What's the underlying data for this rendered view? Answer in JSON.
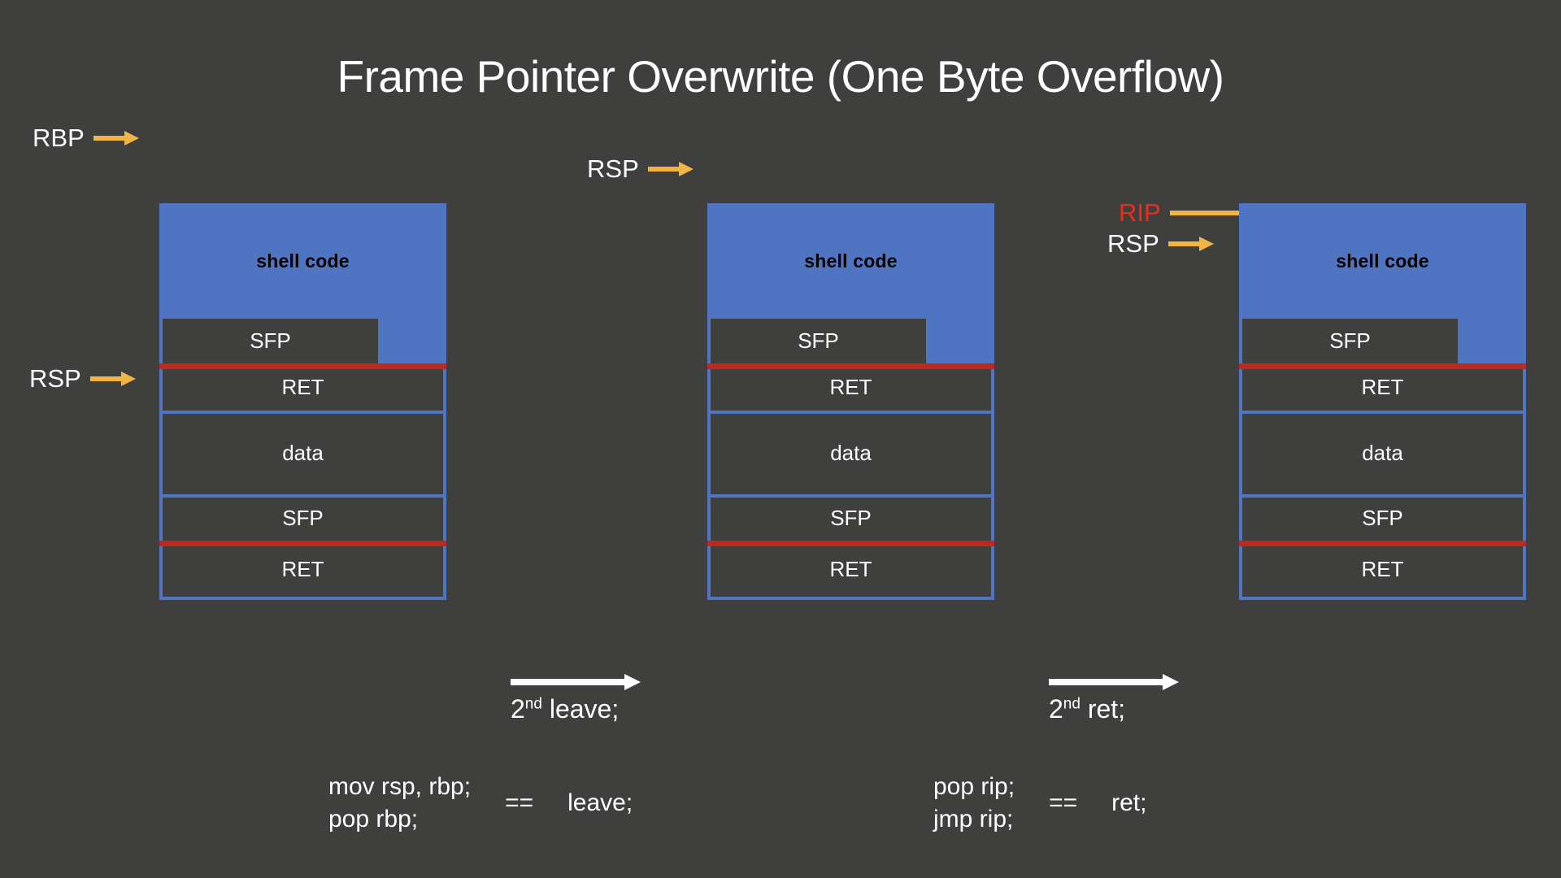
{
  "title": "Frame Pointer Overwrite (One Byte Overflow)",
  "colors": {
    "background": "#3F3F3E",
    "block_blue": "#4F75C2",
    "divider_red": "#BC2A1E",
    "arrow_gold": "#F2B544",
    "rip_red": "#F22B18",
    "text_white": "#FFFFFF",
    "shellcode_text": "#000000"
  },
  "stacks": [
    {
      "id": "stack-1",
      "shellcode_label": "shell code",
      "rows": [
        {
          "label": "SFP"
        },
        {
          "label": "RET"
        },
        {
          "label": "data"
        },
        {
          "label": "SFP"
        },
        {
          "label": "RET"
        }
      ],
      "pointers": [
        {
          "name": "RBP",
          "color": "gold"
        },
        {
          "name": "RSP",
          "color": "gold"
        }
      ]
    },
    {
      "id": "stack-2",
      "shellcode_label": "shell code",
      "rows": [
        {
          "label": "SFP"
        },
        {
          "label": "RET"
        },
        {
          "label": "data"
        },
        {
          "label": "SFP"
        },
        {
          "label": "RET"
        }
      ],
      "pointers": [
        {
          "name": "RSP",
          "color": "gold"
        }
      ]
    },
    {
      "id": "stack-3",
      "shellcode_label": "shell code",
      "rows": [
        {
          "label": "SFP"
        },
        {
          "label": "RET"
        },
        {
          "label": "data"
        },
        {
          "label": "SFP"
        },
        {
          "label": "RET"
        }
      ],
      "pointers": [
        {
          "name": "RIP",
          "color": "red"
        },
        {
          "name": "RSP",
          "color": "gold"
        }
      ]
    }
  ],
  "transitions": [
    {
      "ordinal": "2",
      "ordinal_suffix": "nd",
      "instruction": "leave;"
    },
    {
      "ordinal": "2",
      "ordinal_suffix": "nd",
      "instruction": "ret;"
    }
  ],
  "notes": [
    {
      "asm_line1": "mov rsp, rbp;",
      "asm_line2": "pop rbp;",
      "equals": "==",
      "alias": "leave;"
    },
    {
      "asm_line1": "pop rip;",
      "asm_line2": "jmp rip;",
      "equals": "==",
      "alias": "ret;"
    }
  ]
}
